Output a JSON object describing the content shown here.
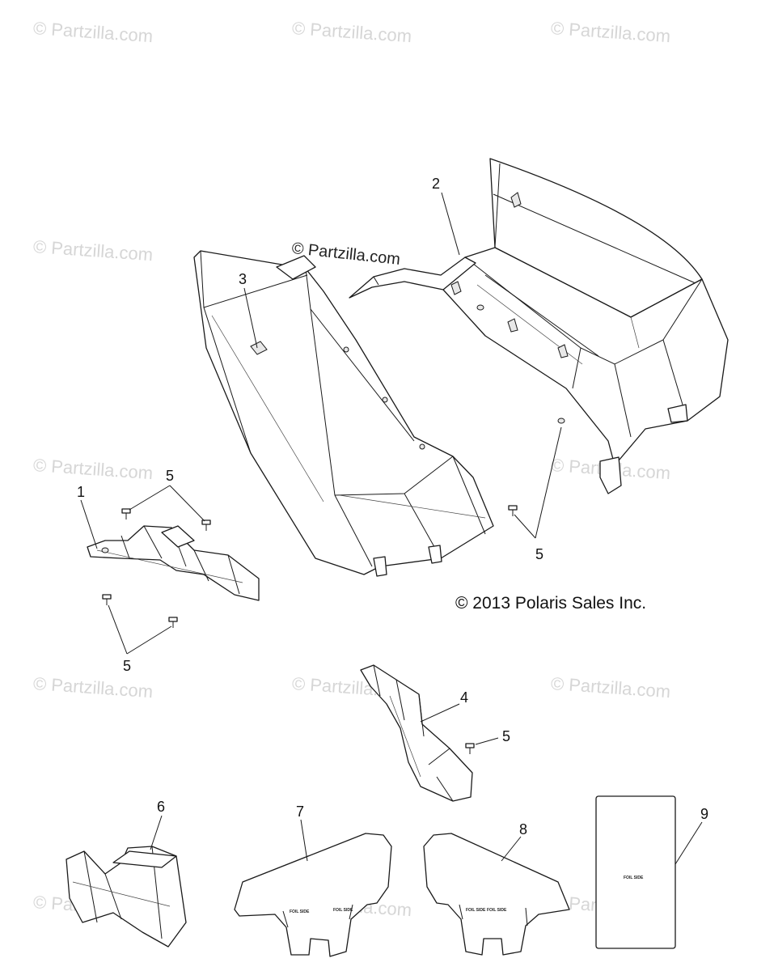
{
  "watermarks": {
    "text": "© Partzilla.com"
  },
  "center_watermark": "© Partzilla.com",
  "copyright": "© 2013 Polaris Sales Inc.",
  "callouts": {
    "c1": "1",
    "c2": "2",
    "c3": "3",
    "c4": "4",
    "c5a": "5",
    "c5b": "5",
    "c5c": "5",
    "c5d": "5",
    "c6": "6",
    "c7": "7",
    "c8": "8",
    "c9": "9"
  },
  "foil_side_label": "FOIL SIDE"
}
